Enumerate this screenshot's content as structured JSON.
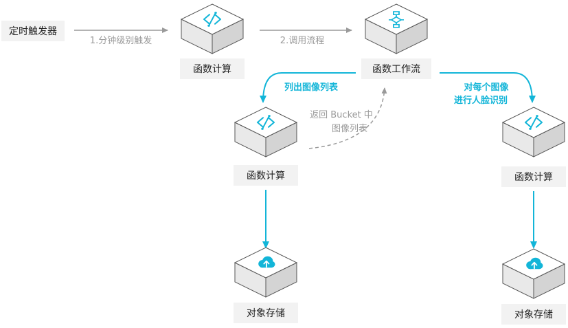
{
  "colors": {
    "accent": "#12b5d8",
    "edge_gray": "#9a9a9a",
    "label_bg": "#f2f2f2",
    "cube_top": "#ffffff",
    "cube_left": "#e9e9e9",
    "cube_right": "#d4d4d4",
    "cube_edge": "#555555"
  },
  "nodes": {
    "trigger": {
      "label": "定时触发器"
    },
    "fc_main": {
      "label": "函数计算",
      "icon": "function-compute-icon"
    },
    "workflow": {
      "label": "函数工作流",
      "icon": "workflow-icon"
    },
    "fc_list": {
      "label": "函数计算",
      "icon": "function-compute-icon"
    },
    "fc_face": {
      "label": "函数计算",
      "icon": "function-compute-icon"
    },
    "oss_left": {
      "label": "对象存储",
      "icon": "object-storage-icon"
    },
    "oss_right": {
      "label": "对象存储",
      "icon": "object-storage-icon"
    }
  },
  "edges": {
    "trigger_to_fc": {
      "label": "1.分钟级别触发"
    },
    "fc_to_workflow": {
      "label": "2.调用流程"
    },
    "workflow_to_list": {
      "label": "列出图像列表"
    },
    "list_return": {
      "line1": "返回 Bucket 中",
      "line2": "图像列表"
    },
    "workflow_to_face": {
      "line1": "对每个图像",
      "line2": "进行人脸识别"
    }
  }
}
